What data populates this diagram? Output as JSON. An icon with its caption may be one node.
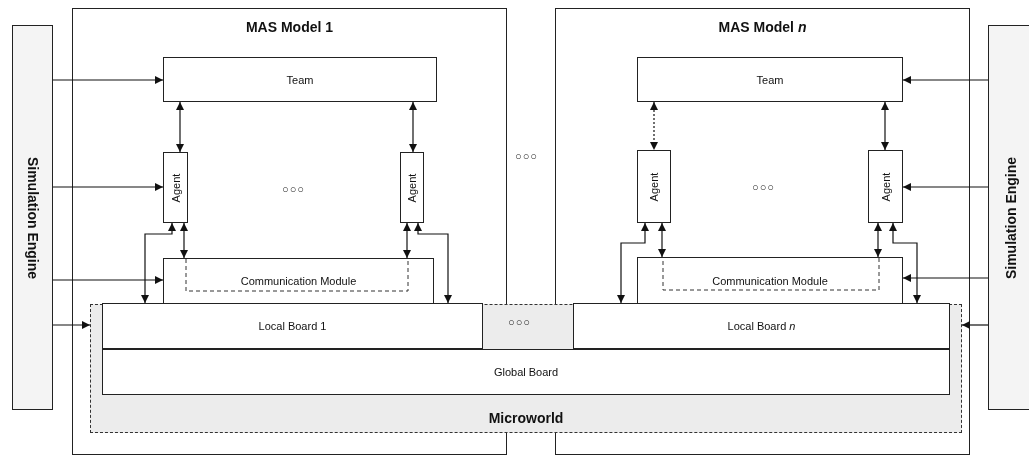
{
  "diagram": {
    "nodes": [
      {
        "text": [
          "Simulation Engine"
        ]
      },
      {
        "text": [
          "MAS Model 1"
        ]
      },
      {
        "text": [
          "Team"
        ],
        "in": 1
      },
      {
        "text": [
          "Agent"
        ],
        "in": 1
      },
      {
        "text": [
          "Agent"
        ],
        "in": 1
      },
      {
        "text": [
          "Communication Module"
        ],
        "in": 1
      },
      {
        "text": [
          "MAS Model *n*"
        ]
      },
      {
        "text": [
          "Team"
        ],
        "in": 6
      },
      {
        "text": [
          "Agent"
        ],
        "in": 6
      },
      {
        "text": [
          "Agent"
        ],
        "in": 6
      },
      {
        "text": [
          "Communication Module"
        ],
        "in": 6
      },
      {
        "text": [
          "Microworld"
        ]
      },
      {
        "text": [
          "Local Board 1"
        ]
      },
      {
        "text": [
          "Local Board *n*"
        ]
      },
      {
        "text": [
          "Global Board"
        ],
        "in": 11
      },
      {
        "text": [
          "Simulation Engine"
        ]
      }
    ],
    "edges": [
      {
        "from": 0,
        "to": 2,
        "arrow": "to"
      },
      {
        "from": 0,
        "to": 3,
        "arrow": "to"
      },
      {
        "from": 0,
        "to": 5,
        "arrow": "to"
      },
      {
        "from": 0,
        "to": 11,
        "arrow": "to"
      },
      {
        "from": 2,
        "to": 3,
        "arrow": "both"
      },
      {
        "from": 2,
        "to": 4,
        "arrow": "both"
      },
      {
        "from": 3,
        "to": 12,
        "arrow": "both"
      },
      {
        "from": 3,
        "to": 5,
        "arrow": "both"
      },
      {
        "from": 4,
        "to": 5,
        "arrow": "both"
      },
      {
        "from": 4,
        "to": 12,
        "arrow": "both"
      },
      {
        "from": 15,
        "to": 7,
        "arrow": "to"
      },
      {
        "from": 15,
        "to": 9,
        "arrow": "to"
      },
      {
        "from": 15,
        "to": 10,
        "arrow": "to"
      },
      {
        "from": 15,
        "to": 11,
        "arrow": "to"
      },
      {
        "from": 7,
        "to": 8,
        "arrow": "both",
        "style": "dashed"
      },
      {
        "from": 7,
        "to": 9,
        "arrow": "both"
      },
      {
        "from": 8,
        "to": 13,
        "arrow": "both"
      },
      {
        "from": 8,
        "to": 10,
        "arrow": "both"
      },
      {
        "from": 9,
        "to": 10,
        "arrow": "both"
      },
      {
        "from": 9,
        "to": 13,
        "arrow": "both"
      }
    ],
    "labels": [
      "○○○",
      "○○○",
      "○○○",
      "○○○"
    ]
  }
}
